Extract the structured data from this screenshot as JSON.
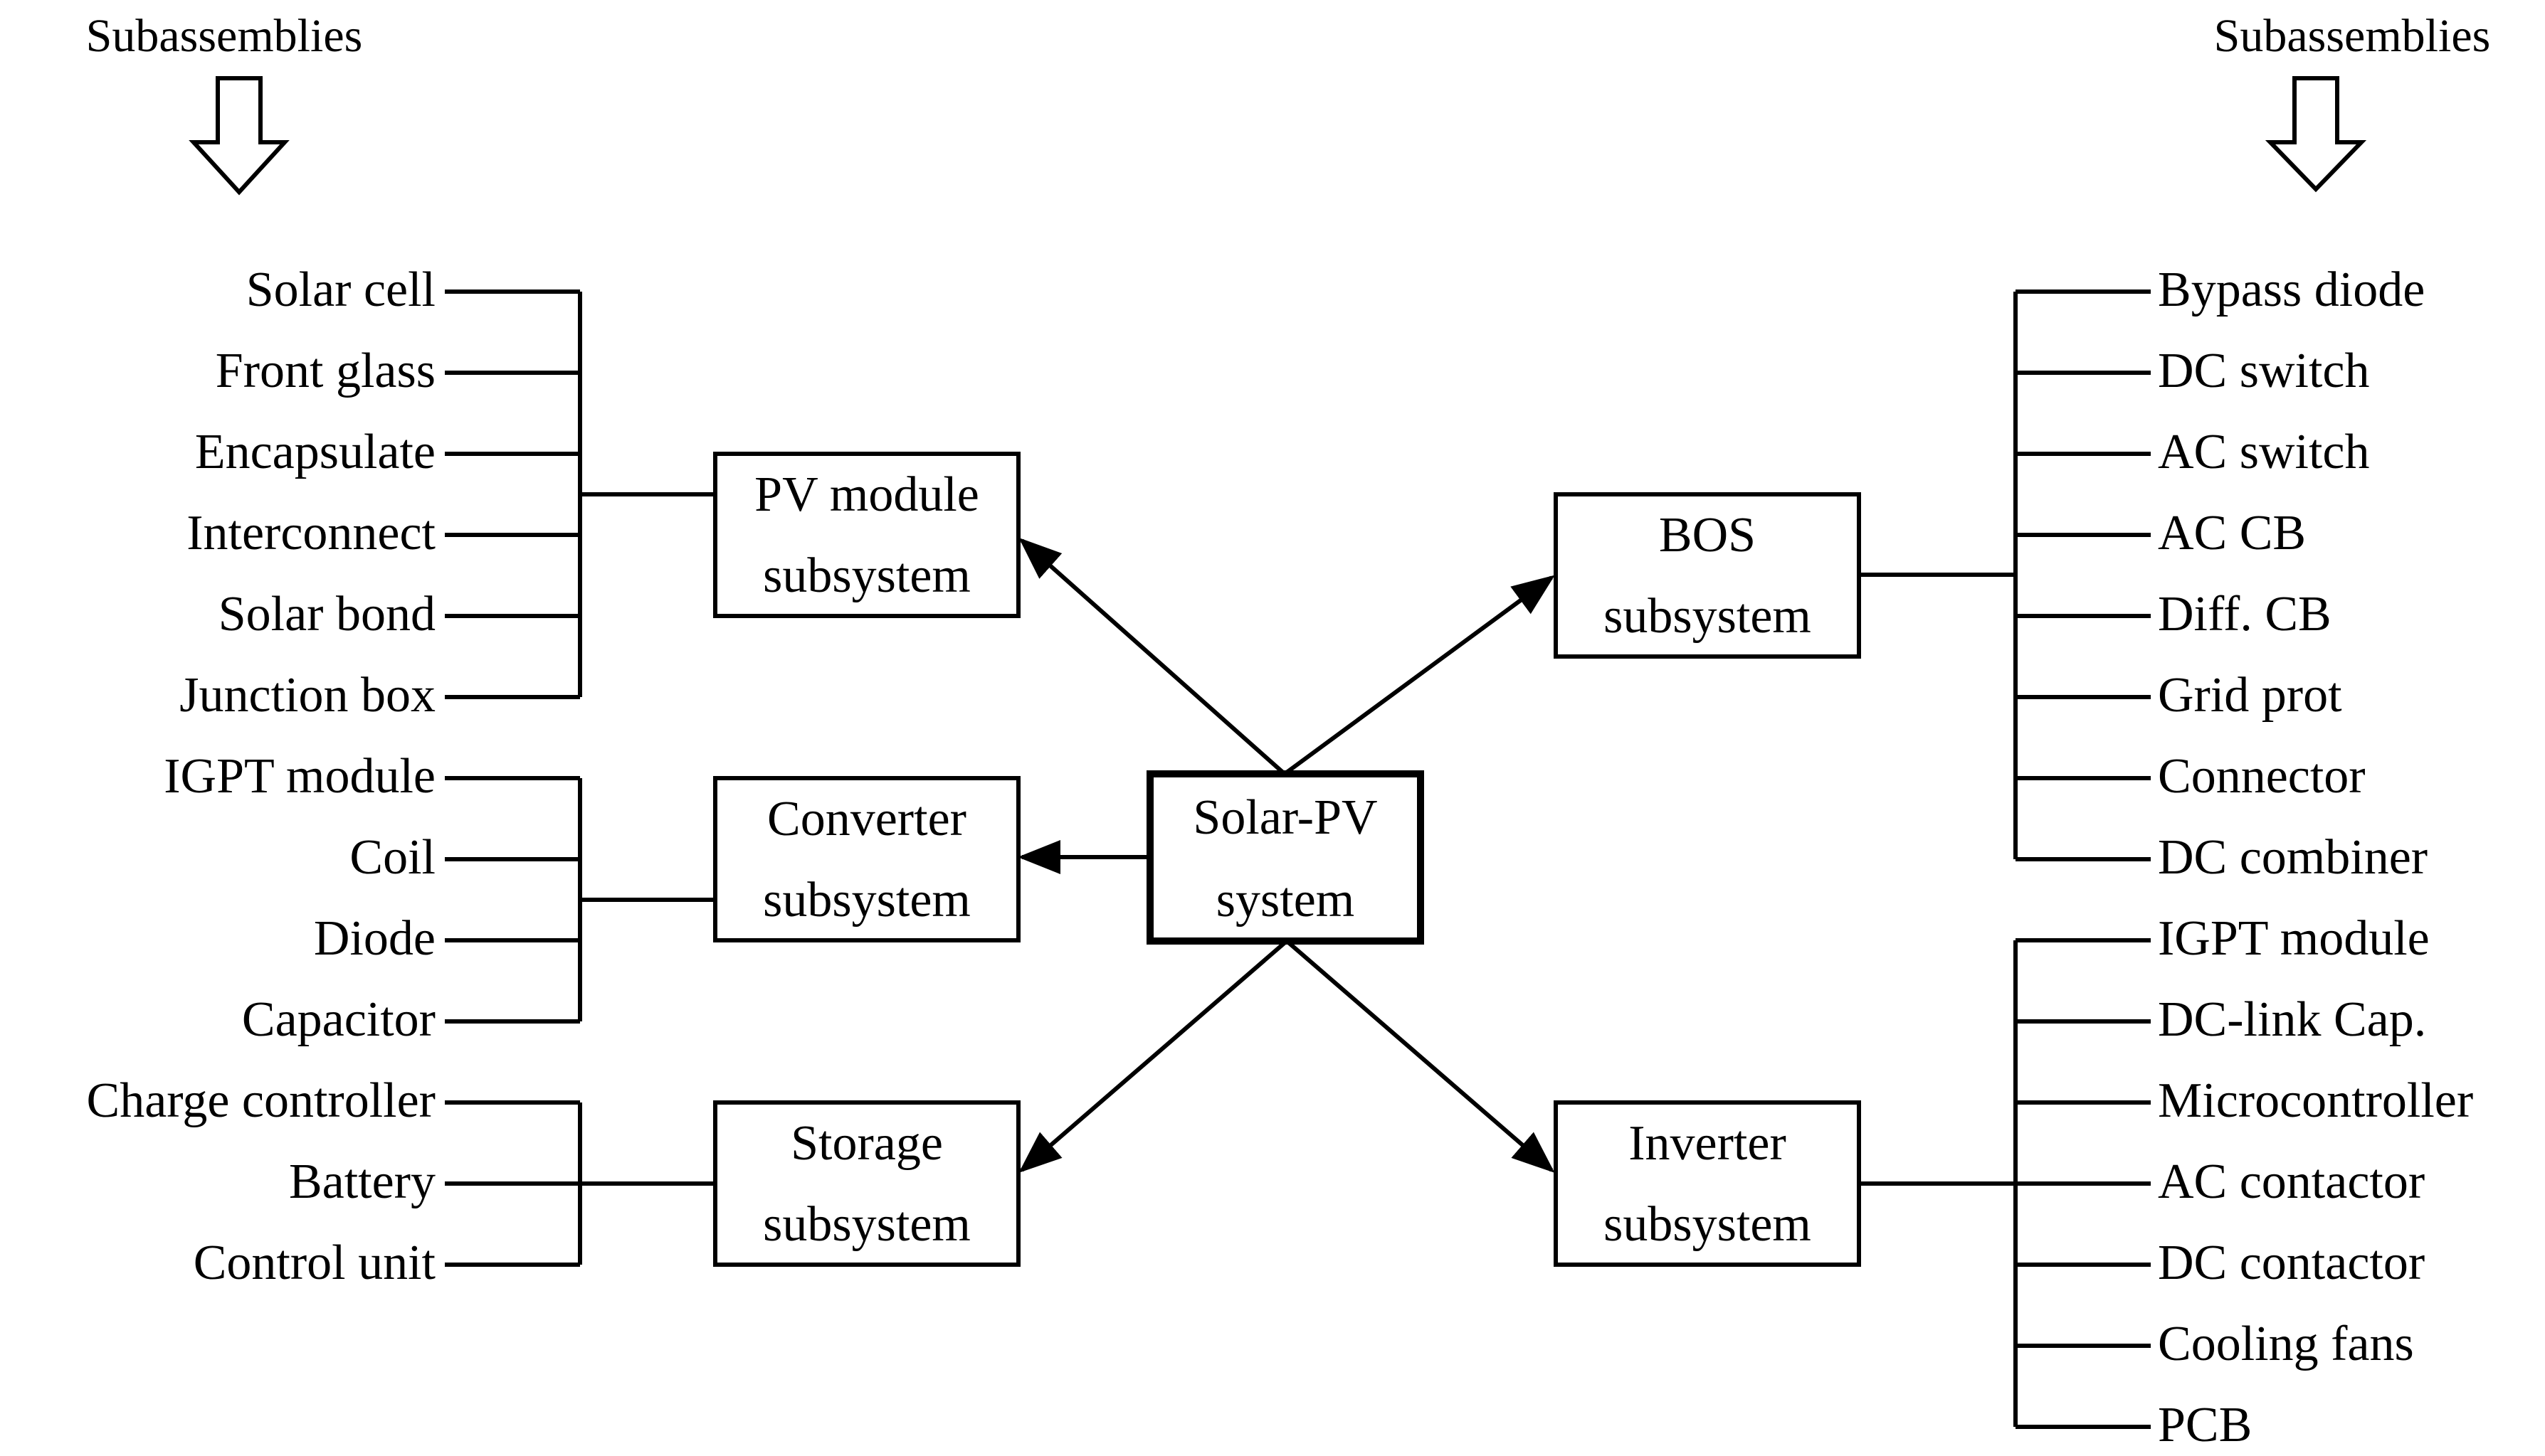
{
  "headings": {
    "left": "Subassemblies",
    "right": "Subassemblies"
  },
  "center": {
    "line1": "Solar-PV",
    "line2": "system"
  },
  "subsystems": {
    "pv": {
      "line1": "PV module",
      "line2": "subsystem",
      "items": [
        "Solar cell",
        "Front glass",
        "Encapsulate",
        "Interconnect",
        "Solar bond",
        "Junction box"
      ]
    },
    "converter": {
      "line1": "Converter",
      "line2": "subsystem",
      "items": [
        "IGPT module",
        "Coil",
        "Diode",
        "Capacitor"
      ]
    },
    "storage": {
      "line1": "Storage",
      "line2": "subsystem",
      "items": [
        "Charge controller",
        "Battery",
        "Control unit"
      ]
    },
    "bos": {
      "line1": "BOS",
      "line2": "subsystem",
      "items": [
        "Bypass diode",
        "DC switch",
        "AC switch",
        "AC CB",
        "Diff. CB",
        "Grid prot",
        "Connector",
        "DC combiner"
      ]
    },
    "inverter": {
      "line1": "Inverter",
      "line2": "subsystem",
      "items": [
        "IGPT module",
        "DC-link Cap.",
        "Microcontroller",
        "AC contactor",
        "DC contactor",
        "Cooling fans",
        "PCB"
      ]
    }
  }
}
